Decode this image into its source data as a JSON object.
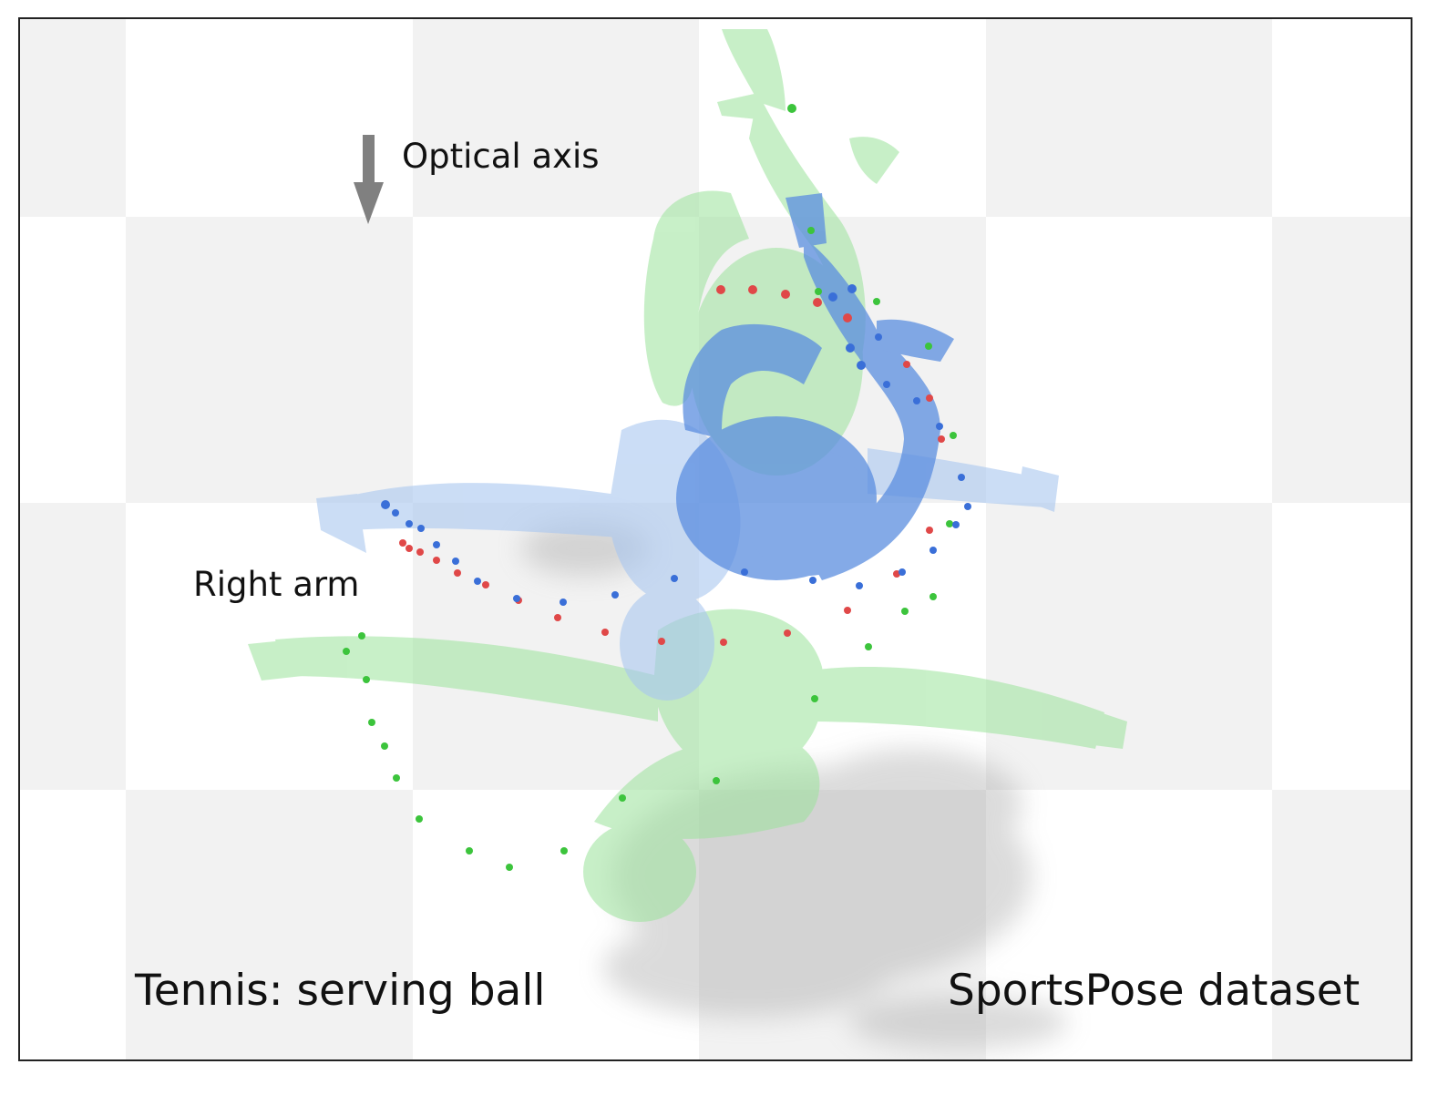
{
  "annotations": {
    "optical_axis": "Optical axis",
    "right_arm": "Right arm"
  },
  "captions": {
    "left": "Tennis: serving ball",
    "right": "SportsPose dataset"
  },
  "colors": {
    "ground_truth_mesh": "#9be39b",
    "predicted_mesh": "#5b8ee0",
    "shadow_mesh": "#a9c7f0",
    "keypoints_red": "#e04848",
    "keypoints_green": "#3cc43c",
    "keypoints_blue": "#3a6fd8",
    "arrow": "#808080",
    "checker_light": "#f2f2f2"
  },
  "icons": {
    "arrow": "down-arrow-icon"
  }
}
